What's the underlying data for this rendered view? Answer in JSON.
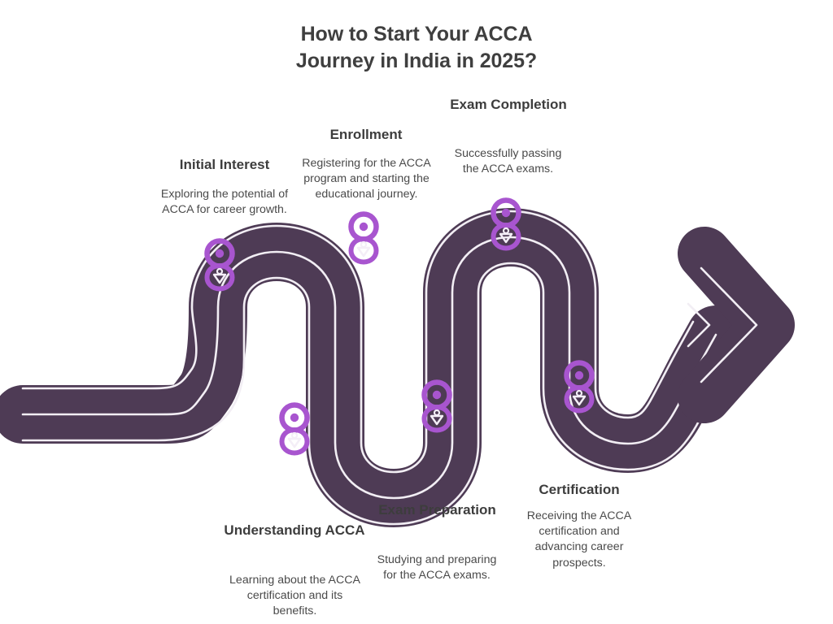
{
  "title": {
    "line1": "How to Start Your ACCA",
    "line2": "Journey in India in 2025?"
  },
  "colors": {
    "road": "#4e3b55",
    "lane_line": "#f2eef4",
    "marker_accent": "#a855cf",
    "marker_accent_light": "#c78ae0",
    "title_text": "#3f3f3f",
    "body_text": "#4a4a4a",
    "background": "#ffffff"
  },
  "steps": [
    {
      "index": 1,
      "label": "Initial Interest",
      "description": "Exploring the potential of ACCA for career growth.",
      "marker": "person-pin-marker",
      "position": "above-path"
    },
    {
      "index": 2,
      "label": "Understanding ACCA",
      "description": "Learning about the ACCA certification and its benefits.",
      "marker": "person-pin-marker",
      "position": "below-path"
    },
    {
      "index": 3,
      "label": "Enrollment",
      "description": "Registering for the ACCA program and starting the educational journey.",
      "marker": "person-pin-marker",
      "position": "above-path"
    },
    {
      "index": 4,
      "label": "Exam Preparation",
      "description": "Studying and preparing for the ACCA exams.",
      "marker": "person-pin-marker",
      "position": "below-path"
    },
    {
      "index": 5,
      "label": "Exam Completion",
      "description": "Successfully passing the ACCA exams.",
      "marker": "person-pin-marker",
      "position": "above-path"
    },
    {
      "index": 6,
      "label": "Certification",
      "description": "Receiving the ACCA certification and advancing career prospects.",
      "marker": "person-pin-marker",
      "position": "below-path"
    }
  ],
  "graphic": {
    "type": "winding-road-arrow",
    "direction": "left-to-right",
    "arrowhead": "right-chevron-arrowhead",
    "milestone_count": 6
  }
}
